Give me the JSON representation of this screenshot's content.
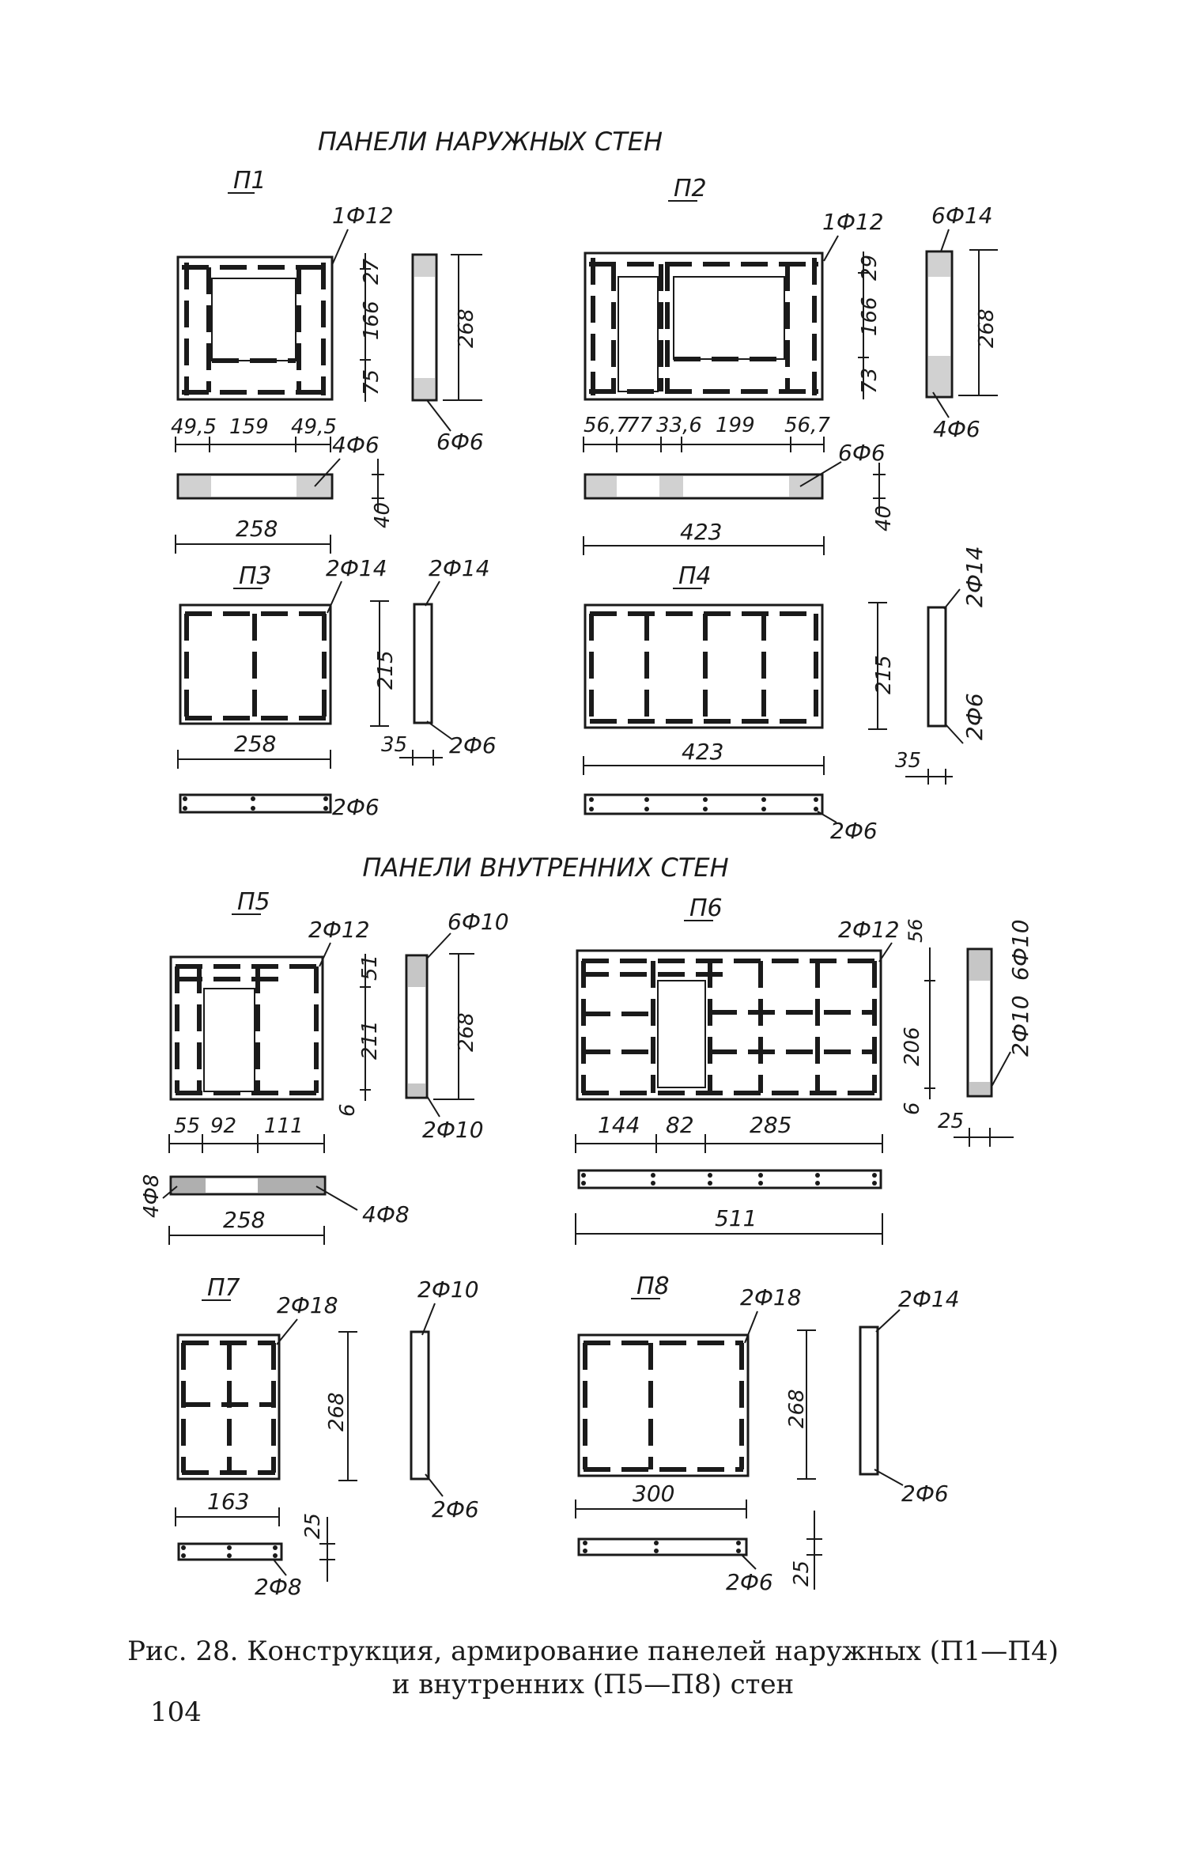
{
  "sections": {
    "outer": "ПАНЕЛИ НАРУЖНЫХ СТЕН",
    "inner": "ПАНЕЛИ ВНУТРЕННИХ СТЕН"
  },
  "panels": {
    "p1": {
      "label": "П1",
      "bar_top": "1Ф12",
      "bar_side": "4Ф6",
      "bar_end": "6Ф6",
      "h_top": "27",
      "h_mid": "166",
      "h_bot": "75",
      "h_total": "268",
      "w1": "49,5",
      "w2": "159",
      "w3": "49,5",
      "w_total": "258",
      "thickness": "40"
    },
    "p2": {
      "label": "П2",
      "bar_top": "1Ф12",
      "bar_end_top": "6Ф14",
      "bar_end_bot": "4Ф6",
      "bar_side": "6Ф6",
      "h_top": "29",
      "h_mid": "166",
      "h_bot": "73",
      "h_total": "268",
      "w1": "56,7",
      "w2": "77",
      "w3": "33,6",
      "w4": "199",
      "w5": "56,7",
      "w_total": "423",
      "thickness": "40"
    },
    "p3": {
      "label": "П3",
      "bar_top": "2Ф14",
      "bar_end_top": "2Ф14",
      "bar_end_bot": "2Ф6",
      "bar_side": "2Ф6",
      "h_total": "215",
      "w_total": "258",
      "thickness": "35"
    },
    "p4": {
      "label": "П4",
      "bar_end_top": "2Ф14",
      "bar_end_bot": "2Ф6",
      "bar_side": "2Ф6",
      "h_total": "215",
      "w_total": "423",
      "thickness": "35"
    },
    "p5": {
      "label": "П5",
      "bar_top": "2Ф12",
      "bar_end_top": "6Ф10",
      "bar_end_bot": "2Ф10",
      "bar_side_l": "4Ф8",
      "bar_side_r": "4Ф8",
      "h_top": "51",
      "h_mid": "211",
      "h_bot": "6",
      "h_total": "268",
      "w1": "55",
      "w2": "92",
      "w3": "111",
      "w_total": "258"
    },
    "p6": {
      "label": "П6",
      "bar_top": "2Ф12",
      "bar_end_top": "6Ф10",
      "bar_end_bot": "2Ф10",
      "h_top": "56",
      "h_mid": "206",
      "h_bot": "6",
      "thickness": "25",
      "w1": "144",
      "w2": "82",
      "w3": "285",
      "w_total": "511"
    },
    "p7": {
      "label": "П7",
      "bar_top": "2Ф18",
      "bar_end_top": "2Ф10",
      "bar_end_bot": "2Ф6",
      "bar_side": "2Ф8",
      "h_total": "268",
      "w_total": "163",
      "thickness": "25"
    },
    "p8": {
      "label": "П8",
      "bar_top": "2Ф18",
      "bar_end_top": "2Ф14",
      "bar_end_bot": "2Ф6",
      "bar_side": "2Ф6",
      "h_total": "268",
      "w_total": "300",
      "thickness": "25"
    }
  },
  "caption": {
    "line1": "Рис. 28. Конструкция, армирование панелей наружных (П1—П4)",
    "line2": "и внутренних (П5—П8) стен"
  },
  "page_number": "104"
}
